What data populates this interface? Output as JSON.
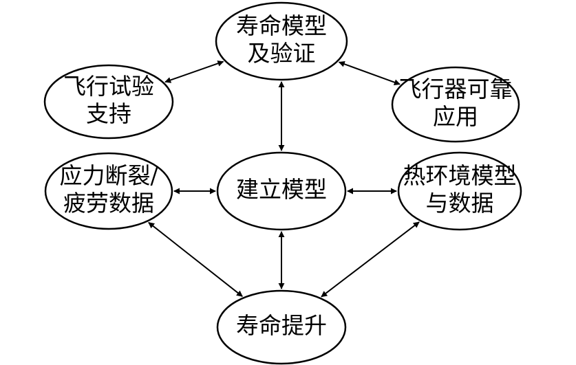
{
  "nodes": {
    "life_model": {
      "lines": [
        "寿命模型",
        "及验证"
      ]
    },
    "flight_test": {
      "lines": [
        "飞行试验",
        "支持"
      ]
    },
    "aircraft_reliability": {
      "lines": [
        "飞行器可靠",
        "应用"
      ]
    },
    "stress_fatigue": {
      "lines": [
        "应力断裂/",
        "疲劳数据"
      ]
    },
    "build_model": {
      "lines": [
        "建立模型"
      ]
    },
    "thermal_env": {
      "lines": [
        "热环境模型",
        "与数据"
      ]
    },
    "life_improve": {
      "lines": [
        "寿命提升"
      ]
    }
  },
  "edges": [
    {
      "from": "life_model",
      "to": "flight_test",
      "bidirectional": true
    },
    {
      "from": "life_model",
      "to": "aircraft_reliability",
      "bidirectional": true
    },
    {
      "from": "life_model",
      "to": "build_model",
      "bidirectional": true
    },
    {
      "from": "stress_fatigue",
      "to": "build_model",
      "bidirectional": true
    },
    {
      "from": "build_model",
      "to": "thermal_env",
      "bidirectional": true
    },
    {
      "from": "build_model",
      "to": "life_improve",
      "bidirectional": true
    },
    {
      "from": "stress_fatigue",
      "to": "life_improve",
      "bidirectional": true
    },
    {
      "from": "thermal_env",
      "to": "life_improve",
      "bidirectional": true
    }
  ],
  "colors": {
    "stroke": "#000000",
    "fill": "#ffffff",
    "text": "#000000"
  }
}
